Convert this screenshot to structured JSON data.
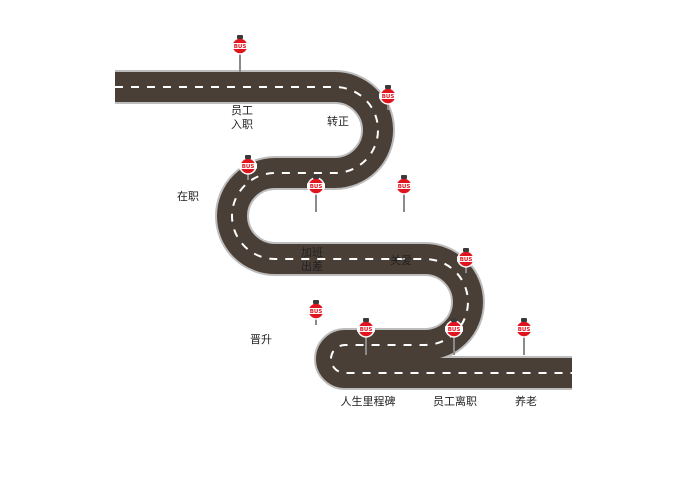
{
  "sign_text": "BUS",
  "colors": {
    "road": "#4a3f37",
    "road_edge": "#bdbdbd",
    "lane_mark": "#ffffff",
    "sign_red": "#e0141e",
    "pole": "#8a8a8a"
  },
  "milestones": [
    {
      "label": "员工\n入职"
    },
    {
      "label": "转正"
    },
    {
      "label": "在职"
    },
    {
      "label": "加班\n出差"
    },
    {
      "label": "关爱"
    },
    {
      "label": "晋升"
    },
    {
      "label": "人生里程碑"
    },
    {
      "label": "员工离职"
    },
    {
      "label": "养老"
    }
  ]
}
